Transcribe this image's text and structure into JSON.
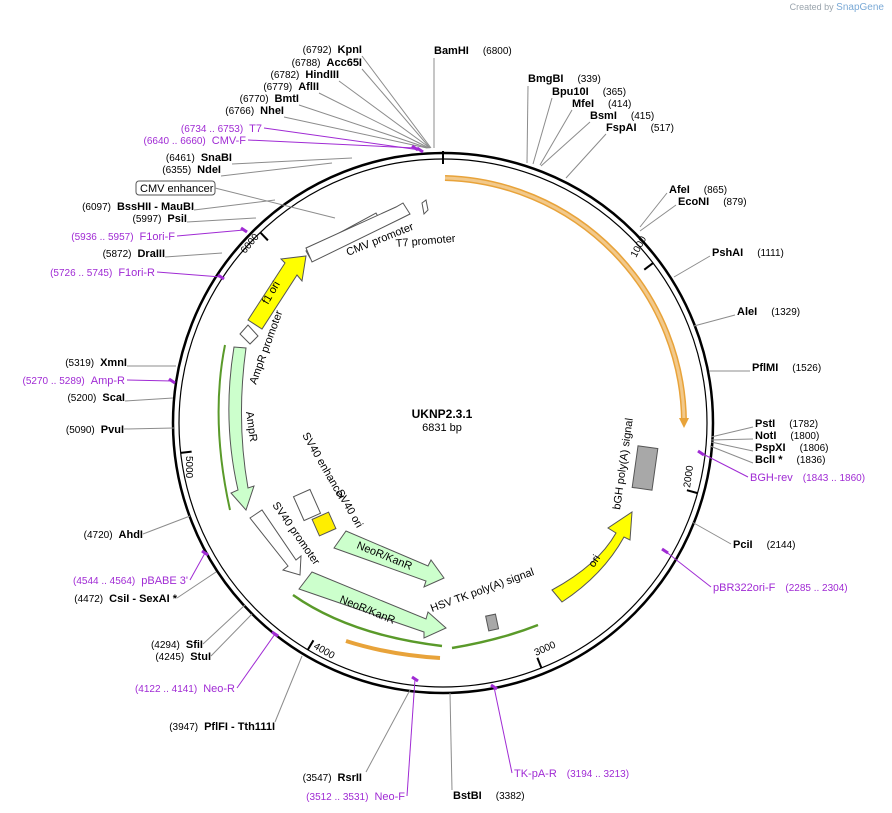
{
  "watermark": {
    "prefix": "Created by",
    "brand": "SnapGene"
  },
  "plasmid": {
    "name": "UKNP2.3.1",
    "length_label": "6831 bp",
    "length": 6831
  },
  "ticks": [
    "1000",
    "2000",
    "3000",
    "4000",
    "5000",
    "6000"
  ],
  "sites": [
    {
      "name": "BamHI",
      "pos": "(6800)"
    },
    {
      "name": "KpnI",
      "pos": "(6792)"
    },
    {
      "name": "Acc65I",
      "pos": "(6788)"
    },
    {
      "name": "HindIII",
      "pos": "(6782)"
    },
    {
      "name": "AflII",
      "pos": "(6779)"
    },
    {
      "name": "BmtI",
      "pos": "(6770)"
    },
    {
      "name": "NheI",
      "pos": "(6766)"
    },
    {
      "name": "SnaBI",
      "pos": "(6461)"
    },
    {
      "name": "NdeI",
      "pos": "(6355)"
    },
    {
      "name": "BssHII - MauBI",
      "pos": "(6097)"
    },
    {
      "name": "PsiI",
      "pos": "(5997)"
    },
    {
      "name": "DraIII",
      "pos": "(5872)"
    },
    {
      "name": "XmnI",
      "pos": "(5319)"
    },
    {
      "name": "ScaI",
      "pos": "(5200)"
    },
    {
      "name": "PvuI",
      "pos": "(5090)"
    },
    {
      "name": "AhdI",
      "pos": "(4720)"
    },
    {
      "name": "CsiI - SexAI *",
      "pos": "(4472)"
    },
    {
      "name": "SfiI",
      "pos": "(4294)"
    },
    {
      "name": "StuI",
      "pos": "(4245)"
    },
    {
      "name": "PflFI - Tth111I",
      "pos": "(3947)"
    },
    {
      "name": "RsrII",
      "pos": "(3547)"
    },
    {
      "name": "BstBI",
      "pos": "(3382)"
    },
    {
      "name": "BmgBI",
      "pos": "(339)"
    },
    {
      "name": "Bpu10I",
      "pos": "(365)"
    },
    {
      "name": "MfeI",
      "pos": "(414)"
    },
    {
      "name": "BsmI",
      "pos": "(415)"
    },
    {
      "name": "FspAI",
      "pos": "(517)"
    },
    {
      "name": "AfeI",
      "pos": "(865)"
    },
    {
      "name": "EcoNI",
      "pos": "(879)"
    },
    {
      "name": "PshAI",
      "pos": "(1111)"
    },
    {
      "name": "AleI",
      "pos": "(1329)"
    },
    {
      "name": "PflMI",
      "pos": "(1526)"
    },
    {
      "name": "PstI",
      "pos": "(1782)"
    },
    {
      "name": "NotI",
      "pos": "(1800)"
    },
    {
      "name": "PspXI",
      "pos": "(1806)"
    },
    {
      "name": "BclI *",
      "pos": "(1836)"
    },
    {
      "name": "PciI",
      "pos": "(2144)"
    }
  ],
  "primers": [
    {
      "name": "T7",
      "pos": "(6734 .. 6753)"
    },
    {
      "name": "CMV-F",
      "pos": "(6640 .. 6660)"
    },
    {
      "name": "F1ori-F",
      "pos": "(5936 .. 5957)"
    },
    {
      "name": "F1ori-R",
      "pos": "(5726 .. 5745)"
    },
    {
      "name": "Amp-R",
      "pos": "(5270 .. 5289)"
    },
    {
      "name": "pBABE 3'",
      "pos": "(4544 .. 4564)"
    },
    {
      "name": "Neo-R",
      "pos": "(4122 .. 4141)"
    },
    {
      "name": "Neo-F",
      "pos": "(3512 .. 3531)"
    },
    {
      "name": "TK-pA-R",
      "pos": "(3194 .. 3213)"
    },
    {
      "name": "pBR322ori-F",
      "pos": "(2285 .. 2304)"
    },
    {
      "name": "BGH-rev",
      "pos": "(1843 .. 1860)"
    }
  ],
  "features": [
    {
      "name": "CMV enhancer"
    },
    {
      "name": "CMV promoter"
    },
    {
      "name": "T7 promoter"
    },
    {
      "name": "f1 ori"
    },
    {
      "name": "AmpR promoter"
    },
    {
      "name": "AmpR"
    },
    {
      "name": "SV40 enhancer"
    },
    {
      "name": "SV40 ori"
    },
    {
      "name": "SV40 promoter"
    },
    {
      "name": "NeoR/KanR"
    },
    {
      "name": "NeoR/KanR"
    },
    {
      "name": "HSV TK poly(A) signal"
    },
    {
      "name": "ori"
    },
    {
      "name": "bGH poly(A) signal"
    }
  ],
  "colors": {
    "backbone": "#000000",
    "site_line": "#8c8c8c",
    "primer": "#a02bd4",
    "orf_fill": "#f2c98b",
    "orf_halo": "#e8a33a",
    "ori_fill": "#ffff00",
    "gene_fill": "#ccffcc",
    "gene_halo": "#5a9a2a",
    "promoter_fill": "#ffffff",
    "polya_fill": "#a8a8a8",
    "sv40ori_fill": "#ffee00"
  }
}
